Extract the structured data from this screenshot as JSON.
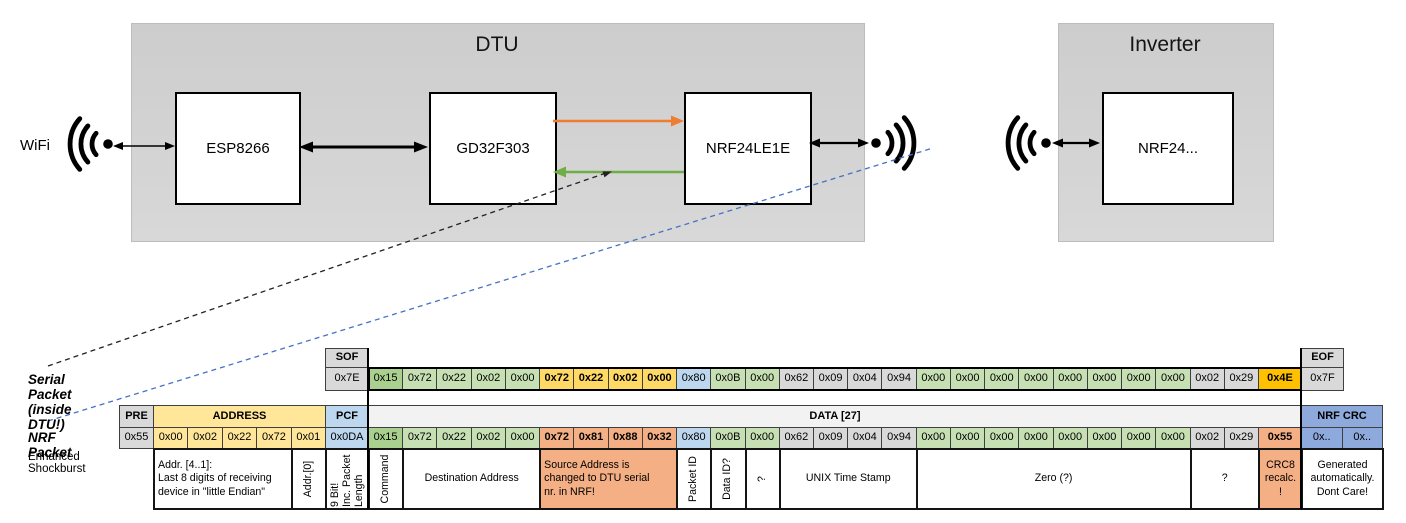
{
  "colors": {
    "gray": "#D9D9D9",
    "yellow": "#FFE699",
    "gold_light": "#FFD966",
    "gold": "#FFC000",
    "green": "#C6E0B4",
    "green_dark": "#A9D08E",
    "blue": "#BDD7EE",
    "salmon": "#F4B084",
    "crc_blue": "#8EA9DB",
    "data_head": "#F2F2F2",
    "orange_arrow": "#ED7D31",
    "green_arrow": "#70AD47",
    "blue_dash": "#4472C4"
  },
  "diagram": {
    "wifi_label": "WiFi",
    "dtu": {
      "title": "DTU",
      "components": [
        "ESP8266",
        "GD32F303",
        "NRF24LE1E"
      ]
    },
    "inverter": {
      "title": "Inverter",
      "components": [
        "NRF24..."
      ]
    }
  },
  "serial_packet": {
    "label": "Serial Packet (inside DTU!)",
    "sof_header": "SOF",
    "sof_value": "0x7E",
    "eof_header": "EOF",
    "eof_value": "0x7F",
    "bytes": [
      {
        "v": "0x15",
        "c": "green_dark"
      },
      {
        "v": "0x72",
        "c": "green"
      },
      {
        "v": "0x22",
        "c": "green"
      },
      {
        "v": "0x02",
        "c": "green"
      },
      {
        "v": "0x00",
        "c": "green"
      },
      {
        "v": "0x72",
        "c": "gold_light",
        "b": 1
      },
      {
        "v": "0x22",
        "c": "gold_light",
        "b": 1
      },
      {
        "v": "0x02",
        "c": "gold_light",
        "b": 1
      },
      {
        "v": "0x00",
        "c": "gold_light",
        "b": 1
      },
      {
        "v": "0x80",
        "c": "blue"
      },
      {
        "v": "0x0B",
        "c": "green"
      },
      {
        "v": "0x00",
        "c": "green"
      },
      {
        "v": "0x62",
        "c": "gray"
      },
      {
        "v": "0x09",
        "c": "gray"
      },
      {
        "v": "0x04",
        "c": "gray"
      },
      {
        "v": "0x94",
        "c": "gray"
      },
      {
        "v": "0x00",
        "c": "green"
      },
      {
        "v": "0x00",
        "c": "green"
      },
      {
        "v": "0x00",
        "c": "green"
      },
      {
        "v": "0x00",
        "c": "green"
      },
      {
        "v": "0x00",
        "c": "green"
      },
      {
        "v": "0x00",
        "c": "green"
      },
      {
        "v": "0x00",
        "c": "green"
      },
      {
        "v": "0x00",
        "c": "green"
      },
      {
        "v": "0x02",
        "c": "gray"
      },
      {
        "v": "0x29",
        "c": "gray"
      },
      {
        "v": "0x4E",
        "c": "gold",
        "b": 1
      }
    ]
  },
  "nrf_packet": {
    "label": "NRF Packet",
    "sublabel": "Enhanced Shockburst",
    "pre_header": "PRE",
    "pre_value": "0x55",
    "address_header": "ADDRESS",
    "address_values": [
      "0x00",
      "0x02",
      "0x22",
      "0x72",
      "0x01"
    ],
    "pcf_header": "PCF",
    "pcf_value": "0x0DA",
    "data_header": "DATA [27]",
    "crc_header": "NRF CRC",
    "crc_values": [
      "0x..",
      "0x.."
    ],
    "bytes": [
      {
        "v": "0x15",
        "c": "green_dark"
      },
      {
        "v": "0x72",
        "c": "green"
      },
      {
        "v": "0x22",
        "c": "green"
      },
      {
        "v": "0x02",
        "c": "green"
      },
      {
        "v": "0x00",
        "c": "green"
      },
      {
        "v": "0x72",
        "c": "salmon",
        "b": 1
      },
      {
        "v": "0x81",
        "c": "salmon",
        "b": 1
      },
      {
        "v": "0x88",
        "c": "salmon",
        "b": 1
      },
      {
        "v": "0x32",
        "c": "salmon",
        "b": 1
      },
      {
        "v": "0x80",
        "c": "blue"
      },
      {
        "v": "0x0B",
        "c": "green"
      },
      {
        "v": "0x00",
        "c": "green"
      },
      {
        "v": "0x62",
        "c": "gray"
      },
      {
        "v": "0x09",
        "c": "gray"
      },
      {
        "v": "0x04",
        "c": "gray"
      },
      {
        "v": "0x94",
        "c": "gray"
      },
      {
        "v": "0x00",
        "c": "green"
      },
      {
        "v": "0x00",
        "c": "green"
      },
      {
        "v": "0x00",
        "c": "green"
      },
      {
        "v": "0x00",
        "c": "green"
      },
      {
        "v": "0x00",
        "c": "green"
      },
      {
        "v": "0x00",
        "c": "green"
      },
      {
        "v": "0x00",
        "c": "green"
      },
      {
        "v": "0x00",
        "c": "green"
      },
      {
        "v": "0x02",
        "c": "gray"
      },
      {
        "v": "0x29",
        "c": "gray"
      },
      {
        "v": "0x55",
        "c": "salmon",
        "b": 1
      }
    ]
  },
  "annotations": [
    {
      "region": "addr_0_3",
      "text": "Addr. [4..1]:\nLast 8 digits of receiving\ndevice in \"little Endian\"",
      "bg": "white",
      "align": "left"
    },
    {
      "region": "addr_4",
      "text": "Addr.[0]",
      "rot": true
    },
    {
      "region": "pcf",
      "text": "9 Bit!\nInc. Packet\nLength",
      "rot": true,
      "align": "left"
    },
    {
      "region": "d0",
      "text": "Command",
      "rot": true
    },
    {
      "region": "d1_4",
      "text": "Destination Address"
    },
    {
      "region": "d5_8",
      "text": "Source Address is\nchanged to DTU serial\nnr. in NRF!",
      "bg": "salmon",
      "align": "left"
    },
    {
      "region": "d9",
      "text": "Packet ID",
      "rot": true
    },
    {
      "region": "d10",
      "text": "Data ID?",
      "rot": true
    },
    {
      "region": "d11",
      "text": "?",
      "rot": true
    },
    {
      "region": "d12_15",
      "text": "UNIX Time Stamp"
    },
    {
      "region": "d16_23",
      "text": "Zero (?)"
    },
    {
      "region": "d24_25",
      "text": "?"
    },
    {
      "region": "d26",
      "text": "CRC8\nrecalc.\n!",
      "bg": "salmon"
    },
    {
      "region": "crc",
      "text": "Generated\nautomatically.\nDont Care!"
    }
  ]
}
